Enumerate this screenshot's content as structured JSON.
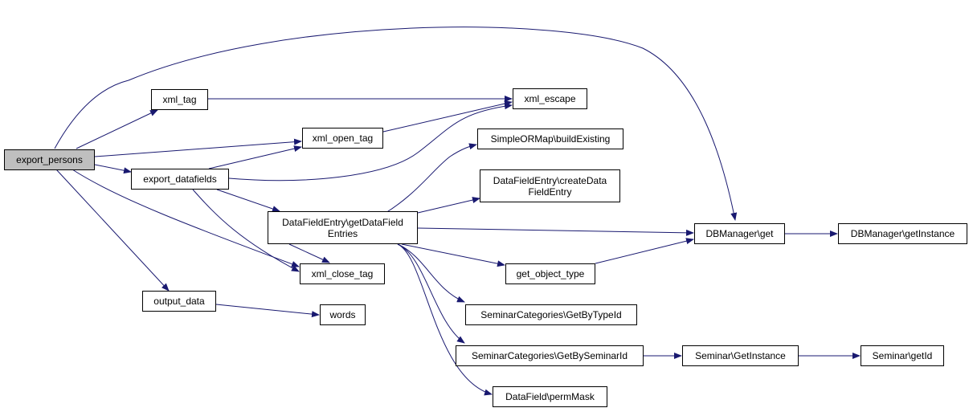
{
  "colors": {
    "edge": "#191970",
    "root_fill": "#bfbfbf",
    "node_fill": "#ffffff",
    "border": "#000000"
  },
  "nodes": {
    "export_persons": "export_persons",
    "xml_tag": "xml_tag",
    "xml_escape": "xml_escape",
    "xml_open_tag": "xml_open_tag",
    "simpleormap_buildexisting": "SimpleORMap\\buildExisting",
    "export_datafields": "export_datafields",
    "createdatafieldentry_line1": "DataFieldEntry\\createData",
    "createdatafieldentry_line2": "FieldEntry",
    "getdatafieldentries_line1": "DataFieldEntry\\getDataField",
    "getdatafieldentries_line2": "Entries",
    "dbmanager_get": "DBManager\\get",
    "dbmanager_getinstance": "DBManager\\getInstance",
    "xml_close_tag": "xml_close_tag",
    "get_object_type": "get_object_type",
    "output_data": "output_data",
    "words": "words",
    "seminarcategories_getbytypeid": "SeminarCategories\\GetByTypeId",
    "seminarcategories_getbyseminarid": "SeminarCategories\\GetBySeminarId",
    "seminar_getinstance": "Seminar\\GetInstance",
    "seminar_getid": "Seminar\\getId",
    "datafield_permmask": "DataField\\permMask"
  }
}
